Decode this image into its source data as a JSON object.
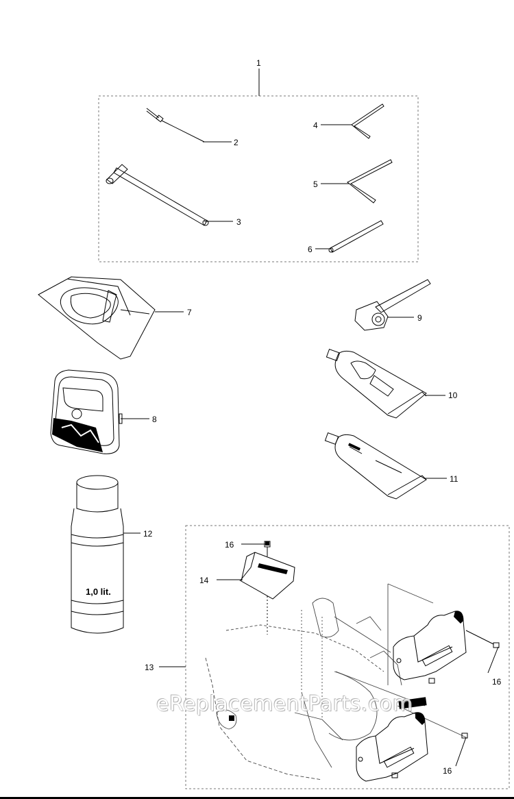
{
  "callouts": {
    "c1": "1",
    "c2": "2",
    "c3": "3",
    "c4": "4",
    "c5": "5",
    "c6": "6",
    "c7": "7",
    "c8": "8",
    "c9": "9",
    "c10": "10",
    "c11": "11",
    "c12": "12",
    "c13": "13",
    "c14": "14",
    "c16a": "16",
    "c16b": "16",
    "c16c": "16"
  },
  "bottle_label": "1,0 lit.",
  "watermark": "eReplacementParts.com",
  "colors": {
    "line": "#000000",
    "dash": "#777777",
    "background": "#ffffff"
  }
}
